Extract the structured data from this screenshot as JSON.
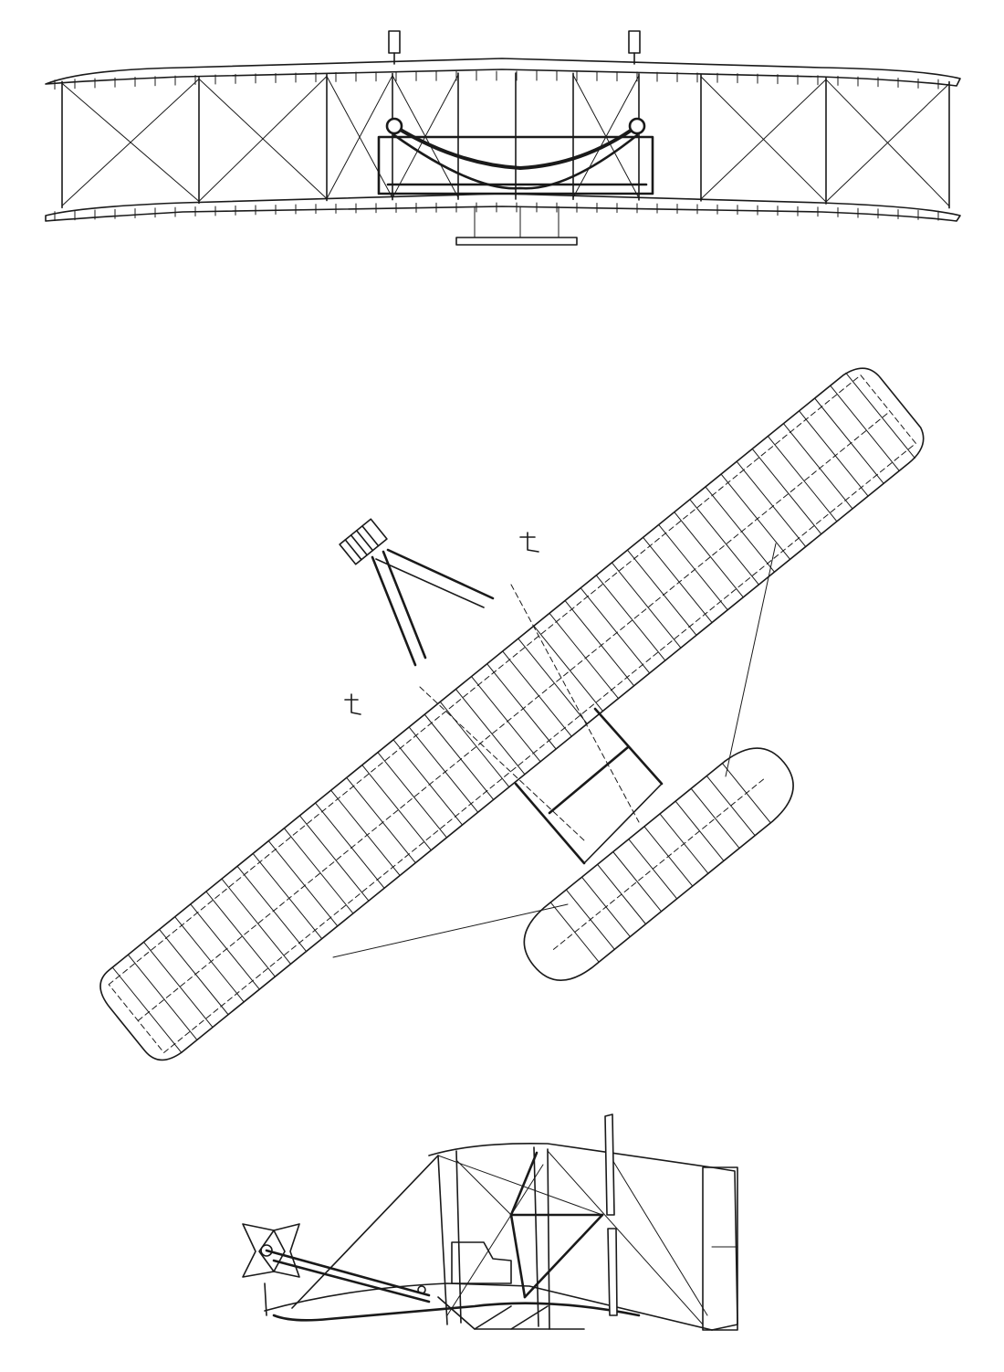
{
  "drawing": {
    "views": [
      {
        "name": "front-view"
      },
      {
        "name": "top-view"
      },
      {
        "name": "side-view"
      }
    ],
    "line_color": "#1a1a1a",
    "background": "#ffffff"
  }
}
